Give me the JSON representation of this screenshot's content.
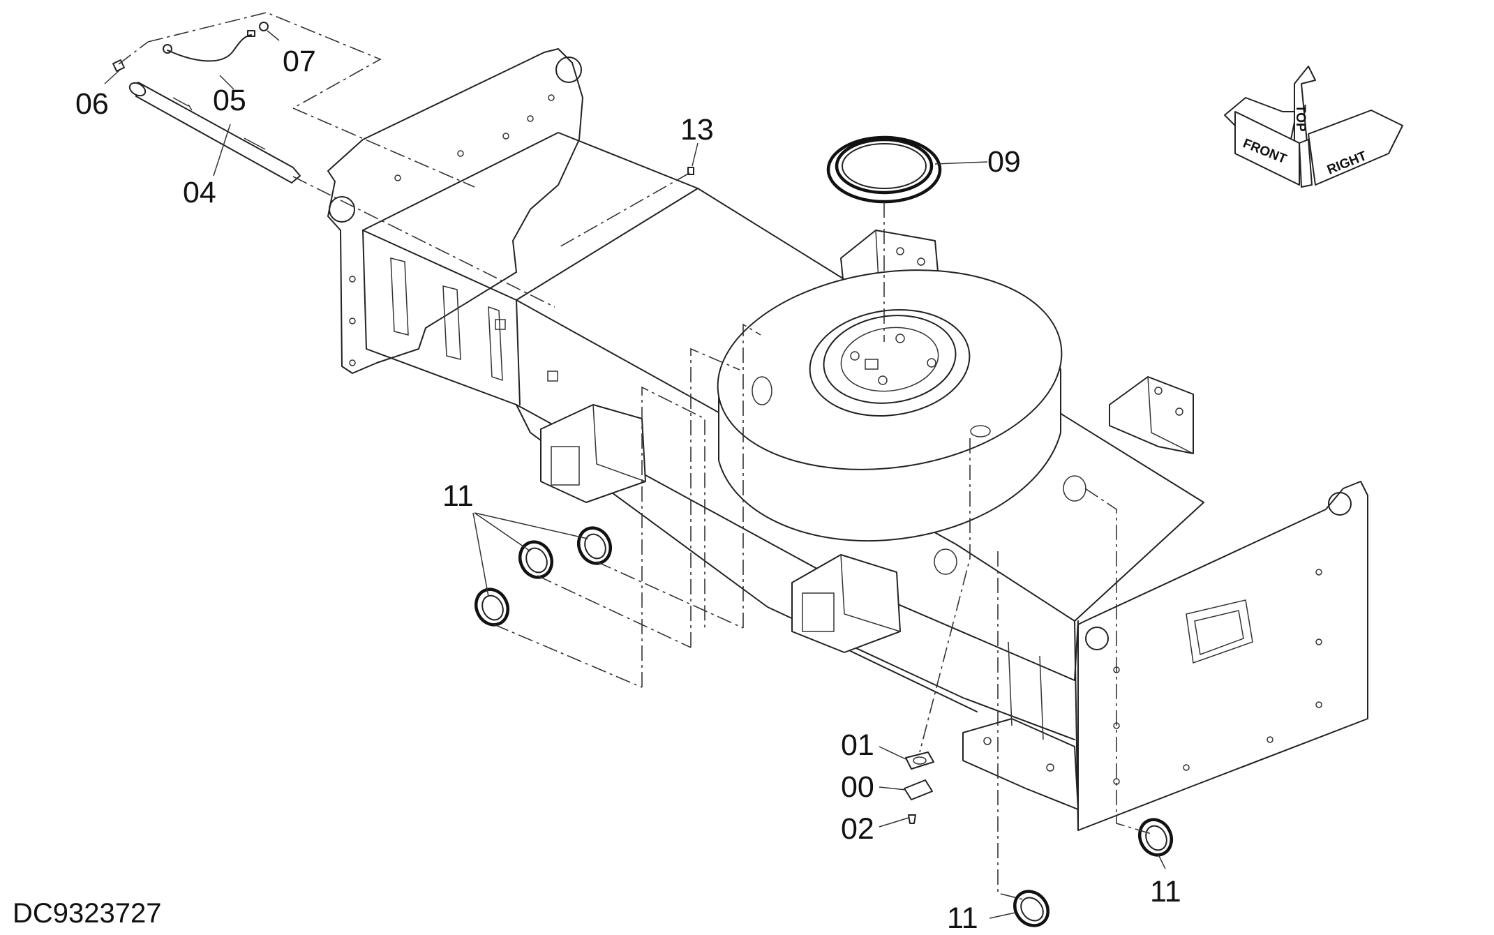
{
  "document": {
    "drawing_number": "DC9323727"
  },
  "orientation": {
    "front": "FRONT",
    "top": "TOP",
    "right": "RIGHT"
  },
  "callouts": {
    "c04": "04",
    "c05": "05",
    "c06": "06",
    "c07": "07",
    "c09": "09",
    "c13": "13",
    "c11_group": "11",
    "c01": "01",
    "c00": "00",
    "c02": "02",
    "c11_bottom": "11",
    "c11_right": "11"
  }
}
